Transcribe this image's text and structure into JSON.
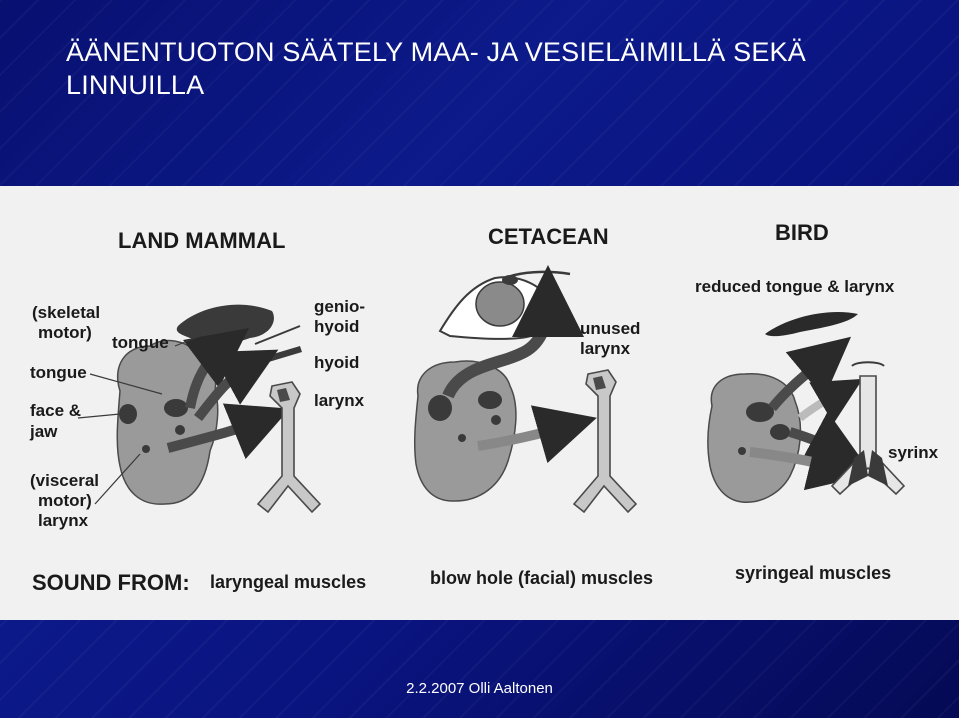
{
  "slide": {
    "title": "ÄÄNENTUOTON SÄÄTELY MAA- JA VESIELÄIMILLÄ SEKÄ\nLINNUILLA",
    "footer": "2.2.2007 Olli Aaltonen",
    "background_color": "#0a0f6e"
  },
  "diagram": {
    "headers": {
      "land": "LAND MAMMAL",
      "cetacean": "CETACEAN",
      "bird": "BIRD"
    },
    "land_labels": {
      "skeletal_1": "(skeletal",
      "skeletal_2": "motor)",
      "tongue_brain": "tongue",
      "face_1": "face &",
      "face_2": "jaw",
      "visceral_1": "(visceral",
      "visceral_2": "motor)",
      "visceral_3": "larynx",
      "tongue_organ": "tongue",
      "genio_1": "genio-",
      "genio_2": "hyoid",
      "hyoid": "hyoid",
      "larynx": "larynx"
    },
    "cetacean_labels": {
      "unused_1": "unused",
      "unused_2": "larynx"
    },
    "bird_labels": {
      "reduced": "reduced tongue & larynx",
      "syrinx": "syrinx"
    },
    "sound_from": {
      "label": "SOUND FROM:",
      "land": "laryngeal muscles",
      "cetacean": "blow hole (facial) muscles",
      "bird": "syringeal muscles"
    }
  }
}
